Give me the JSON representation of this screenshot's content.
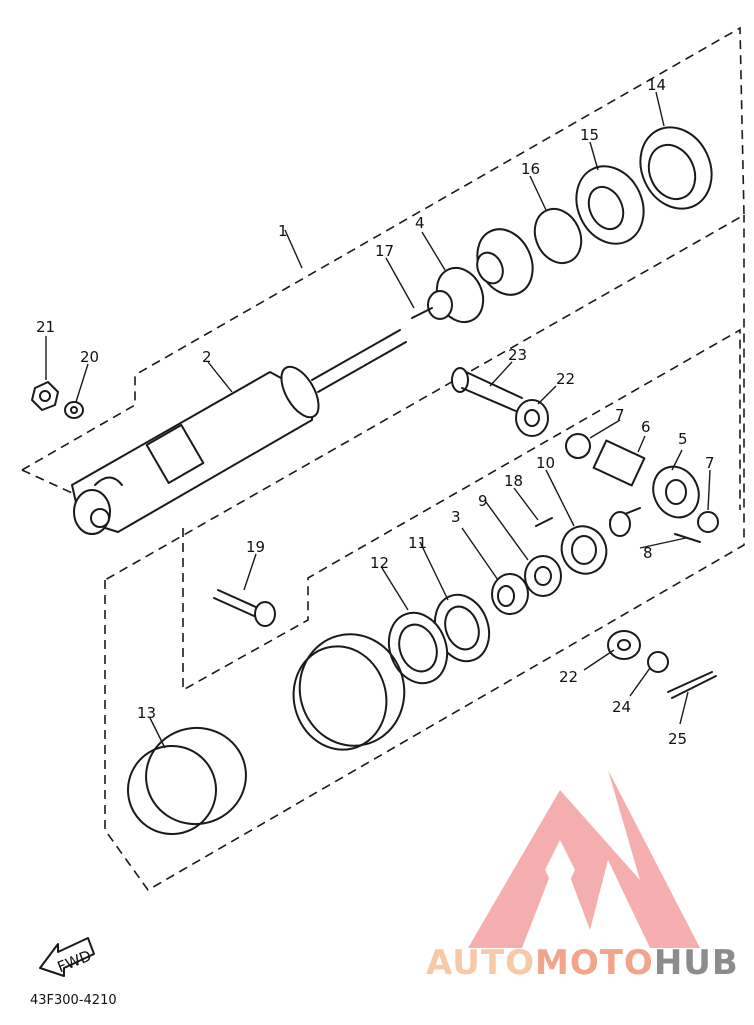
{
  "diagram": {
    "part_code": "43F300-4210",
    "fwd_label": "FWD",
    "callouts": [
      {
        "id": "c1",
        "label": "1"
      },
      {
        "id": "c2",
        "label": "2"
      },
      {
        "id": "c3",
        "label": "3"
      },
      {
        "id": "c4",
        "label": "4"
      },
      {
        "id": "c5",
        "label": "5"
      },
      {
        "id": "c6",
        "label": "6"
      },
      {
        "id": "c7a",
        "label": "7"
      },
      {
        "id": "c7b",
        "label": "7"
      },
      {
        "id": "c8",
        "label": "8"
      },
      {
        "id": "c9",
        "label": "9"
      },
      {
        "id": "c10",
        "label": "10"
      },
      {
        "id": "c11",
        "label": "11"
      },
      {
        "id": "c12",
        "label": "12"
      },
      {
        "id": "c13",
        "label": "13"
      },
      {
        "id": "c14",
        "label": "14"
      },
      {
        "id": "c15",
        "label": "15"
      },
      {
        "id": "c16",
        "label": "16"
      },
      {
        "id": "c17",
        "label": "17"
      },
      {
        "id": "c18",
        "label": "18"
      },
      {
        "id": "c19",
        "label": "19"
      },
      {
        "id": "c20",
        "label": "20"
      },
      {
        "id": "c21",
        "label": "21"
      },
      {
        "id": "c22a",
        "label": "22"
      },
      {
        "id": "c22b",
        "label": "22"
      },
      {
        "id": "c23",
        "label": "23"
      },
      {
        "id": "c24",
        "label": "24"
      },
      {
        "id": "c25",
        "label": "25"
      }
    ]
  },
  "watermark": {
    "brand_part1": "AUTO",
    "brand_part2": "MOTO",
    "brand_part3": "HUB",
    "color_light": "#f7c9a6",
    "color_mid": "#f08a8a",
    "color_dark": "#8c8c8c"
  }
}
